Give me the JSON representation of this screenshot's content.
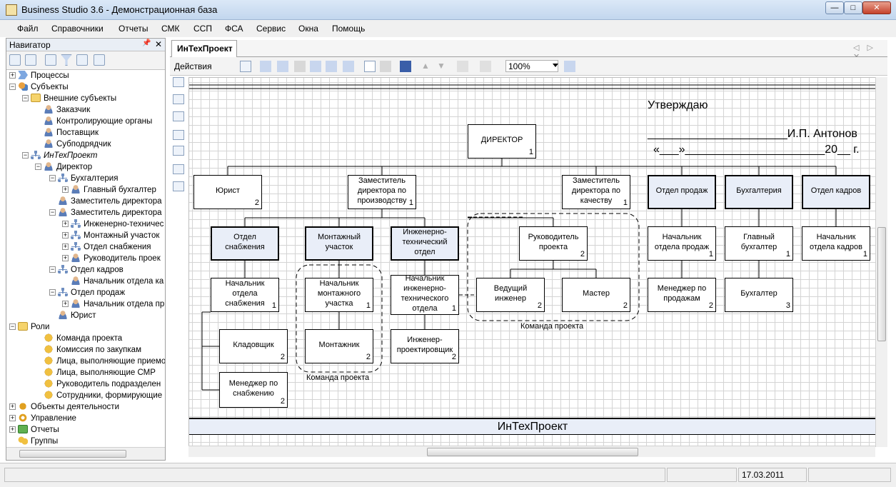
{
  "window": {
    "title": "Business Studio 3.6 - Демонстрационная база",
    "minimize": "—",
    "maximize": "□",
    "close": "✕"
  },
  "menu": [
    "Файл",
    "Справочники",
    "Отчеты",
    "СМК",
    "ССП",
    "ФСА",
    "Сервис",
    "Окна",
    "Помощь"
  ],
  "navigator": {
    "title": "Навигатор",
    "pin": "📌",
    "close": "✕",
    "tree": [
      {
        "label": "Процессы",
        "level": 0,
        "exp": "+",
        "icon": "proc"
      },
      {
        "label": "Субъекты",
        "level": 0,
        "exp": "−",
        "icon": "subj"
      },
      {
        "label": "Внешние субъекты",
        "level": 1,
        "exp": "−",
        "icon": "folder"
      },
      {
        "label": "Заказчик",
        "level": 2,
        "exp": "",
        "icon": "person"
      },
      {
        "label": "Контролирующие органы",
        "level": 2,
        "exp": "",
        "icon": "person"
      },
      {
        "label": "Поставщик",
        "level": 2,
        "exp": "",
        "icon": "person"
      },
      {
        "label": "Субподрядчик",
        "level": 2,
        "exp": "",
        "icon": "person"
      },
      {
        "label": "ИнТехПроект",
        "level": 1,
        "exp": "−",
        "icon": "org",
        "italic": true
      },
      {
        "label": "Директор",
        "level": 2,
        "exp": "−",
        "icon": "person"
      },
      {
        "label": "Бухгалтерия",
        "level": 3,
        "exp": "−",
        "icon": "org"
      },
      {
        "label": "Главный бухгалтер",
        "level": 4,
        "exp": "+",
        "icon": "person"
      },
      {
        "label": "Заместитель директора",
        "level": 3,
        "exp": "",
        "icon": "person"
      },
      {
        "label": "Заместитель директора",
        "level": 3,
        "exp": "−",
        "icon": "person"
      },
      {
        "label": "Инженерно-техничес",
        "level": 4,
        "exp": "+",
        "icon": "org"
      },
      {
        "label": "Монтажный участок",
        "level": 4,
        "exp": "+",
        "icon": "org"
      },
      {
        "label": "Отдел снабжения",
        "level": 4,
        "exp": "+",
        "icon": "org"
      },
      {
        "label": "Руководитель проек",
        "level": 4,
        "exp": "+",
        "icon": "person"
      },
      {
        "label": "Отдел кадров",
        "level": 3,
        "exp": "−",
        "icon": "org"
      },
      {
        "label": "Начальник отдела ка",
        "level": 4,
        "exp": "",
        "icon": "person"
      },
      {
        "label": "Отдел продаж",
        "level": 3,
        "exp": "−",
        "icon": "org"
      },
      {
        "label": "Начальник отдела пр",
        "level": 4,
        "exp": "+",
        "icon": "person"
      },
      {
        "label": "Юрист",
        "level": 3,
        "exp": "",
        "icon": "person"
      },
      {
        "label": "Роли",
        "level": 0,
        "exp": "−",
        "icon": "folder"
      },
      {
        "label": "Команда проекта",
        "level": 2,
        "exp": "",
        "icon": "role"
      },
      {
        "label": "Комиссия по закупкам",
        "level": 2,
        "exp": "",
        "icon": "role"
      },
      {
        "label": "Лица, выполняющие приемо",
        "level": 2,
        "exp": "",
        "icon": "role"
      },
      {
        "label": "Лица, выполняющие СМР",
        "level": 2,
        "exp": "",
        "icon": "role"
      },
      {
        "label": "Руководитель подразделен",
        "level": 2,
        "exp": "",
        "icon": "role"
      },
      {
        "label": "Сотрудники, формирующие",
        "level": 2,
        "exp": "",
        "icon": "role"
      },
      {
        "label": "Объекты деятельности",
        "level": 0,
        "exp": "+",
        "icon": "obj"
      },
      {
        "label": "Управление",
        "level": 0,
        "exp": "+",
        "icon": "gear"
      },
      {
        "label": "Отчеты",
        "level": 0,
        "exp": "+",
        "icon": "report"
      },
      {
        "label": "Группы",
        "level": 0,
        "exp": "",
        "icon": "group"
      }
    ]
  },
  "doc": {
    "tab": "ИнТехПроект",
    "tab_nav": "◁ ▷ ✕",
    "actions": "Действия",
    "zoom": "100%"
  },
  "diagram": {
    "approve_title": "Утверждаю",
    "approve_line1": "______________________И.П. Антонов",
    "approve_line2": "«___»______________________20__ г.",
    "banner": "ИнТехПроект",
    "team_caption": "Команда проекта",
    "boxes": [
      {
        "id": "director",
        "label": "ДИРЕКТОР",
        "num": "1",
        "dept": false
      },
      {
        "id": "lawyer",
        "label": "Юрист",
        "num": "2",
        "dept": false
      },
      {
        "id": "dep-prod",
        "label": "Заместитель директора по производству",
        "num": "1",
        "dept": false
      },
      {
        "id": "dep-qual",
        "label": "Заместитель директора по качеству",
        "num": "1",
        "dept": false
      },
      {
        "id": "sales",
        "label": "Отдел продаж",
        "num": "",
        "dept": true
      },
      {
        "id": "acc",
        "label": "Бухгалтерия",
        "num": "",
        "dept": true
      },
      {
        "id": "hr",
        "label": "Отдел кадров",
        "num": "",
        "dept": true
      },
      {
        "id": "supply",
        "label": "Отдел снабжения",
        "num": "",
        "dept": true
      },
      {
        "id": "mount",
        "label": "Монтажный участок",
        "num": "",
        "dept": true
      },
      {
        "id": "eng",
        "label": "Инженерно-технический отдел",
        "num": "",
        "dept": true
      },
      {
        "id": "pm",
        "label": "Руководитель проекта",
        "num": "2",
        "dept": false
      },
      {
        "id": "sales-head",
        "label": "Начальник отдела продаж",
        "num": "1",
        "dept": false
      },
      {
        "id": "chief-acc",
        "label": "Главный бухгалтер",
        "num": "1",
        "dept": false
      },
      {
        "id": "hr-head",
        "label": "Начальник отдела кадров",
        "num": "1",
        "dept": false
      },
      {
        "id": "supply-head",
        "label": "Начальник отдела снабжения",
        "num": "1",
        "dept": false
      },
      {
        "id": "mount-head",
        "label": "Начальник монтажного участка",
        "num": "1",
        "dept": false
      },
      {
        "id": "eng-head",
        "label": "Начальник инженерно-технического отдела",
        "num": "1",
        "dept": false
      },
      {
        "id": "lead-eng",
        "label": "Ведущий инженер",
        "num": "2",
        "dept": false
      },
      {
        "id": "master",
        "label": "Мастер",
        "num": "2",
        "dept": false
      },
      {
        "id": "sales-mgr",
        "label": "Менеджер по продажам",
        "num": "2",
        "dept": false
      },
      {
        "id": "accountant",
        "label": "Бухгалтер",
        "num": "3",
        "dept": false
      },
      {
        "id": "storekeeper",
        "label": "Кладовщик",
        "num": "2",
        "dept": false
      },
      {
        "id": "fitter",
        "label": "Монтажник",
        "num": "2",
        "dept": false
      },
      {
        "id": "designer",
        "label": "Инженер-проектировщик",
        "num": "2",
        "dept": false
      },
      {
        "id": "supply-mgr",
        "label": "Менеджер по снабжению",
        "num": "2",
        "dept": false
      }
    ]
  },
  "status": {
    "date": "17.03.2011"
  }
}
